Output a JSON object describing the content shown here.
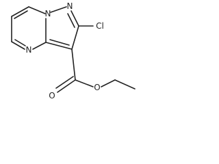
{
  "atoms": {
    "n_bridge": "N",
    "n_pyrazole": "N",
    "n_pyrimidine": "N",
    "cl": "Cl",
    "o_carbonyl": "O",
    "o_ester": "O"
  }
}
